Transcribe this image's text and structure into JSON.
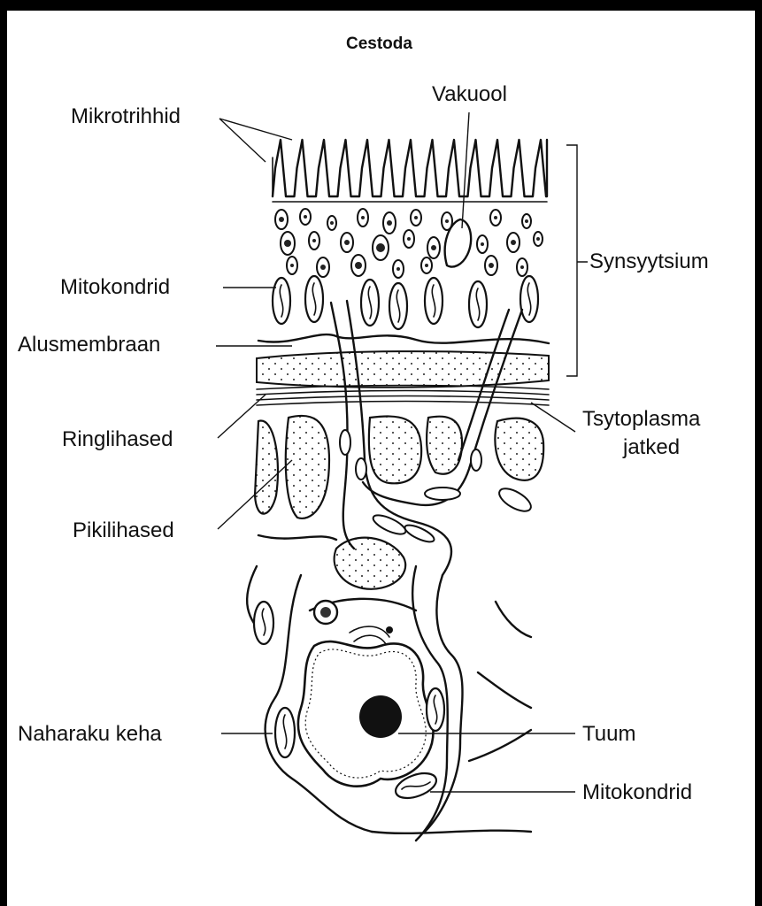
{
  "title": "Cestoda",
  "labels": {
    "mikrotrihhid": "Mikrotrihhid",
    "vakuool": "Vakuool",
    "synsyytsium": "Synsyytsium",
    "mitokondrid_top": "Mitokondrid",
    "alusmembraan": "Alusmembraan",
    "ringlihased": "Ringlihased",
    "tsytoplasma_1": "Tsytoplasma",
    "tsytoplasma_2": "jatked",
    "pikilihased": "Pikilihased",
    "naharaku_keha": "Naharaku keha",
    "tuum": "Tuum",
    "mitokondrid_bottom": "Mitokondrid"
  }
}
